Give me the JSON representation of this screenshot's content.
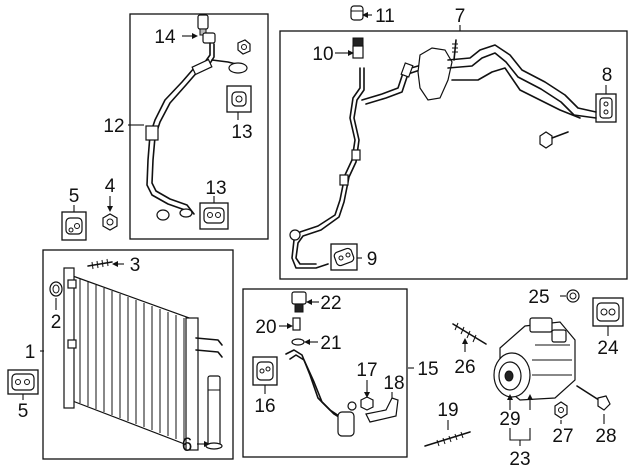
{
  "callouts": {
    "c1": "1",
    "c2": "2",
    "c3": "3",
    "c4": "4",
    "c5a": "5",
    "c5b": "5",
    "c6": "6",
    "c7": "7",
    "c8": "8",
    "c9": "9",
    "c10": "10",
    "c11": "11",
    "c12": "12",
    "c13a": "13",
    "c13b": "13",
    "c14": "14",
    "c15": "15",
    "c16": "16",
    "c17": "17",
    "c18": "18",
    "c19": "19",
    "c20": "20",
    "c21": "21",
    "c22": "22",
    "c23": "23",
    "c24": "24",
    "c25": "25",
    "c26": "26",
    "c27": "27",
    "c28": "28",
    "c29": "29"
  }
}
